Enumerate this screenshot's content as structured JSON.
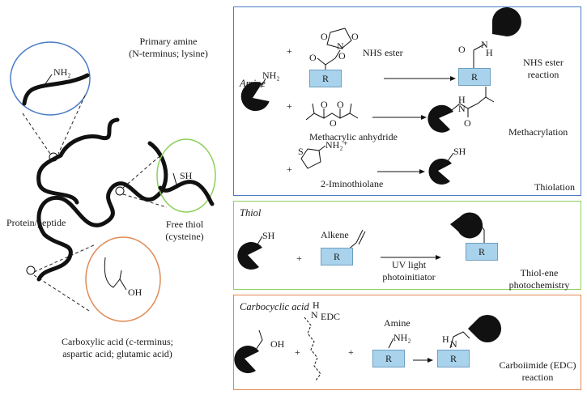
{
  "colors": {
    "amine_frame": "#4a7cc7",
    "thiol_frame": "#8ccf5a",
    "acid_frame": "#e08a55",
    "reagent_box": "#a9d3ec",
    "pacman": "#111111"
  },
  "left": {
    "primary_amine": [
      "Primary amine",
      "(N-terminus; lysine)"
    ],
    "nh2": "NH₂",
    "sh": "SH",
    "free_thiol": [
      "Free thiol",
      "(cysteine)"
    ],
    "protein": "Protein/peptide",
    "oh": "OH",
    "carboxylic": [
      "Carboxylic acid (c-terminus;",
      "aspartic acid; glutamic acid)"
    ]
  },
  "amine_panel": {
    "title": "Amine",
    "pac_nh2": "NH₂",
    "plus": "+",
    "nhs_ester": "NHS ester",
    "r": "R",
    "nhs_reaction": [
      "NHS ester",
      "reaction"
    ],
    "anhydride": "Methacrylic anhydride",
    "methacrylation": "Methacrylation",
    "iminothiolane_name": "2-Iminothiolane",
    "imino_ring_s": "S",
    "imino_nh2": "NH₂⁺",
    "thiolation": "Thiolation",
    "sh": "SH",
    "atoms_o": "O",
    "atoms_n": "N",
    "atoms_h": "H"
  },
  "thiol_panel": {
    "title": "Thiol",
    "pac_sh": "SH",
    "plus": "+",
    "alkene": "Alkene",
    "r": "R",
    "uv": "UV light",
    "photo": "photoinitiator",
    "s": "S",
    "thiol_ene": [
      "Thiol-ene",
      "photochemistry"
    ]
  },
  "acid_panel": {
    "title": "Carbocyclic acid",
    "oh": "OH",
    "plus": "+",
    "edc": "EDC",
    "edc_h": "H",
    "edc_n": "N",
    "amine": "Amine",
    "nh2": "NH₂",
    "r": "R",
    "n": "N",
    "h": "H",
    "carbo": [
      "Carboiimide (EDC)",
      "reaction"
    ]
  }
}
